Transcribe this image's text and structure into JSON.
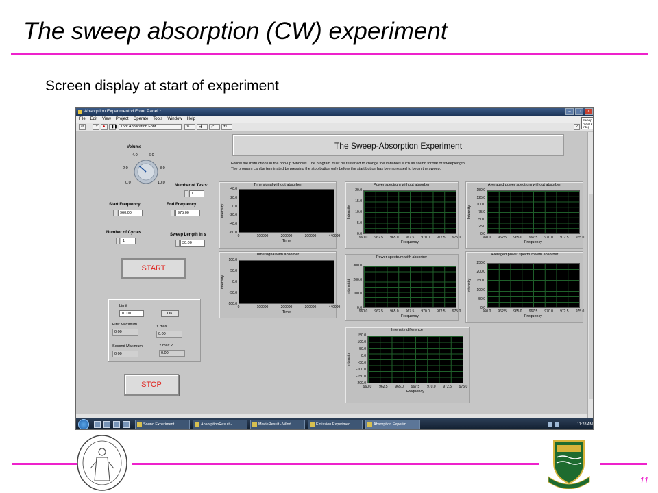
{
  "slide": {
    "title": "The sweep absorption (CW) experiment",
    "subtitle": "Screen display at start of experiment",
    "page_number": "11",
    "accent_color": "#ee22cc"
  },
  "window": {
    "title": "Absorption Experiment.vi Front Panel *",
    "menu": [
      "File",
      "Edit",
      "View",
      "Project",
      "Operate",
      "Tools",
      "Window",
      "Help"
    ],
    "font_selector": "15pt Application Font",
    "vi_icon_text": "Sweep Absorp Integ"
  },
  "panel": {
    "header": "The Sweep-Absorption Experiment",
    "instructions_1": "Follow the instructions in the pop-up windows. The program must be restarted to change the variables such as sound format or sweeplength.",
    "instructions_2": "The program can be terminated by pressing the stop button only before the start button has been pressed to begin the sweep.",
    "volume": {
      "label": "Volume",
      "value": 3.2,
      "scale": [
        "0.0",
        "2.0",
        "4.0",
        "6.0",
        "8.0",
        "10.0"
      ]
    },
    "number_of_tests": {
      "label": "Number of Tests:",
      "value": "1"
    },
    "start_frequency": {
      "label": "Start Frequency",
      "value": "960.00"
    },
    "end_frequency": {
      "label": "End Frequency",
      "value": "975.00"
    },
    "number_of_cycles": {
      "label": "Number of Cycles",
      "value": "1"
    },
    "sweep_length": {
      "label": "Sweep Length in s",
      "value": "30.00"
    },
    "start_button": "START",
    "stop_button": "STOP",
    "limit": {
      "label": "Limit",
      "value": "10.00",
      "ok_label": "OK"
    },
    "first_maximum": {
      "label": "First Maximum",
      "value": "0.00"
    },
    "y_max_1": {
      "label": "Y max 1",
      "value": "0.00"
    },
    "second_maximum": {
      "label": "Second Maximum",
      "value": "0.00"
    },
    "y_max_2": {
      "label": "Y max 2",
      "value": "0.00"
    }
  },
  "chart_data": [
    {
      "type": "line",
      "title": "Time signal without absorber",
      "xlabel": "Time",
      "ylabel": "Intensity",
      "xticks": [
        "0",
        "100000",
        "200000",
        "300000",
        "440999"
      ],
      "yticks": [
        "40.0",
        "20.0",
        "0.0",
        "-20.0",
        "-40.0",
        "-60.0"
      ],
      "grid": false,
      "series": []
    },
    {
      "type": "line",
      "title": "Power spectrum without absorber",
      "xlabel": "Frequency",
      "ylabel": "Intensity",
      "xticks": [
        "960.0",
        "962.5",
        "965.0",
        "967.5",
        "970.0",
        "972.5",
        "975.0"
      ],
      "yticks": [
        "20.0",
        "15.0",
        "10.0",
        "5.0",
        "0.0"
      ],
      "grid": true,
      "series": []
    },
    {
      "type": "line",
      "title": "Averaged power spectrum without absorber",
      "xlabel": "Frequency",
      "ylabel": "Intensity",
      "xticks": [
        "960.0",
        "962.5",
        "965.0",
        "967.5",
        "970.0",
        "972.5",
        "975.0"
      ],
      "yticks": [
        "150.0",
        "125.0",
        "100.0",
        "75.0",
        "50.0",
        "25.0",
        "0.0"
      ],
      "grid": true,
      "series": []
    },
    {
      "type": "line",
      "title": "Time signal with absorber",
      "xlabel": "Time",
      "ylabel": "Intensity",
      "xticks": [
        "0",
        "100000",
        "200000",
        "300000",
        "440999"
      ],
      "yticks": [
        "100.0",
        "50.0",
        "0.0",
        "-50.0",
        "-100.0"
      ],
      "grid": false,
      "series": []
    },
    {
      "type": "line",
      "title": "Power spectrum with absorber",
      "xlabel": "Frequency",
      "ylabel": "Intensität",
      "xticks": [
        "960.0",
        "962.5",
        "965.0",
        "967.5",
        "970.0",
        "972.5",
        "975.0"
      ],
      "yticks": [
        "300.0",
        "200.0",
        "100.0",
        "0.0"
      ],
      "grid": true,
      "series": []
    },
    {
      "type": "line",
      "title": "Averaged power spectrum with absorber",
      "xlabel": "Frequency",
      "ylabel": "Intensity",
      "xticks": [
        "960.0",
        "962.5",
        "965.0",
        "967.5",
        "970.0",
        "972.5",
        "975.0"
      ],
      "yticks": [
        "250.0",
        "200.0",
        "150.0",
        "100.0",
        "50.0",
        "0.0"
      ],
      "grid": true,
      "series": []
    },
    {
      "type": "line",
      "title": "Intensity difference",
      "xlabel": "Frequency",
      "ylabel": "Intensity",
      "xticks": [
        "960.0",
        "962.5",
        "965.0",
        "967.5",
        "970.0",
        "972.5",
        "975.0"
      ],
      "yticks": [
        "150.0",
        "100.0",
        "50.0",
        "0.0",
        "-50.0",
        "-100.0",
        "-150.0",
        "-200.0"
      ],
      "grid": true,
      "series": []
    }
  ],
  "taskbar": {
    "items": [
      "Sound Experiment",
      "AbsorptionResult - ...",
      "MovieResult - Wind...",
      "Emission Experimen...",
      "Absorption Experim..."
    ],
    "clock": "11:28 AM"
  }
}
